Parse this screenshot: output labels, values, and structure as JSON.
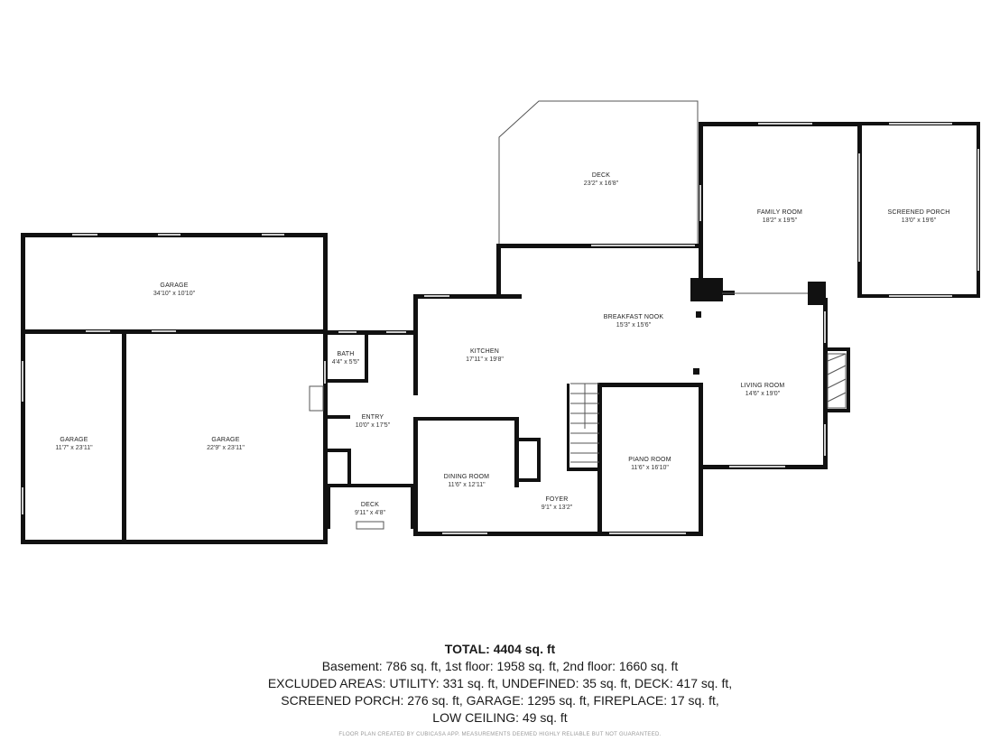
{
  "rooms": {
    "garage_top": {
      "name": "GARAGE",
      "dim": "34'10\" x 10'10\""
    },
    "garage_left": {
      "name": "GARAGE",
      "dim": "11'7\" x 23'11\""
    },
    "garage_right": {
      "name": "GARAGE",
      "dim": "22'9\" x 23'11\""
    },
    "bath": {
      "name": "BATH",
      "dim": "4'4\" x 5'5\""
    },
    "entry": {
      "name": "ENTRY",
      "dim": "10'0\" x 17'5\""
    },
    "deck_small": {
      "name": "DECK",
      "dim": "9'11\" x 4'8\""
    },
    "kitchen": {
      "name": "KITCHEN",
      "dim": "17'11\" x 19'8\""
    },
    "dining": {
      "name": "DINING ROOM",
      "dim": "11'6\" x 12'11\""
    },
    "foyer": {
      "name": "FOYER",
      "dim": "9'1\" x 13'2\""
    },
    "piano": {
      "name": "PIANO ROOM",
      "dim": "11'6\" x 16'10\""
    },
    "breakfast": {
      "name": "BREAKFAST NOOK",
      "dim": "15'3\" x 15'6\""
    },
    "deck_large": {
      "name": "DECK",
      "dim": "23'2\" x 16'8\""
    },
    "family": {
      "name": "FAMILY ROOM",
      "dim": "18'2\" x 19'5\""
    },
    "screened": {
      "name": "SCREENED PORCH",
      "dim": "13'0\" x 19'6\""
    },
    "living": {
      "name": "LIVING ROOM",
      "dim": "14'6\" x 19'0\""
    }
  },
  "summary": {
    "total": "TOTAL: 4404 sq. ft",
    "line1": "Basement: 786 sq. ft, 1st floor: 1958 sq. ft, 2nd floor: 1660 sq. ft",
    "line2": "EXCLUDED AREAS: UTILITY: 331 sq. ft, UNDEFINED: 35 sq. ft, DECK: 417 sq. ft,",
    "line3": "SCREENED PORCH: 276 sq. ft, GARAGE: 1295 sq. ft, FIREPLACE: 17 sq. ft,",
    "line4": "LOW CEILING: 49 sq. ft",
    "disclaimer": "FLOOR PLAN CREATED BY CUBICASA APP. MEASUREMENTS DEEMED HIGHLY RELIABLE BUT NOT GUARANTEED."
  }
}
